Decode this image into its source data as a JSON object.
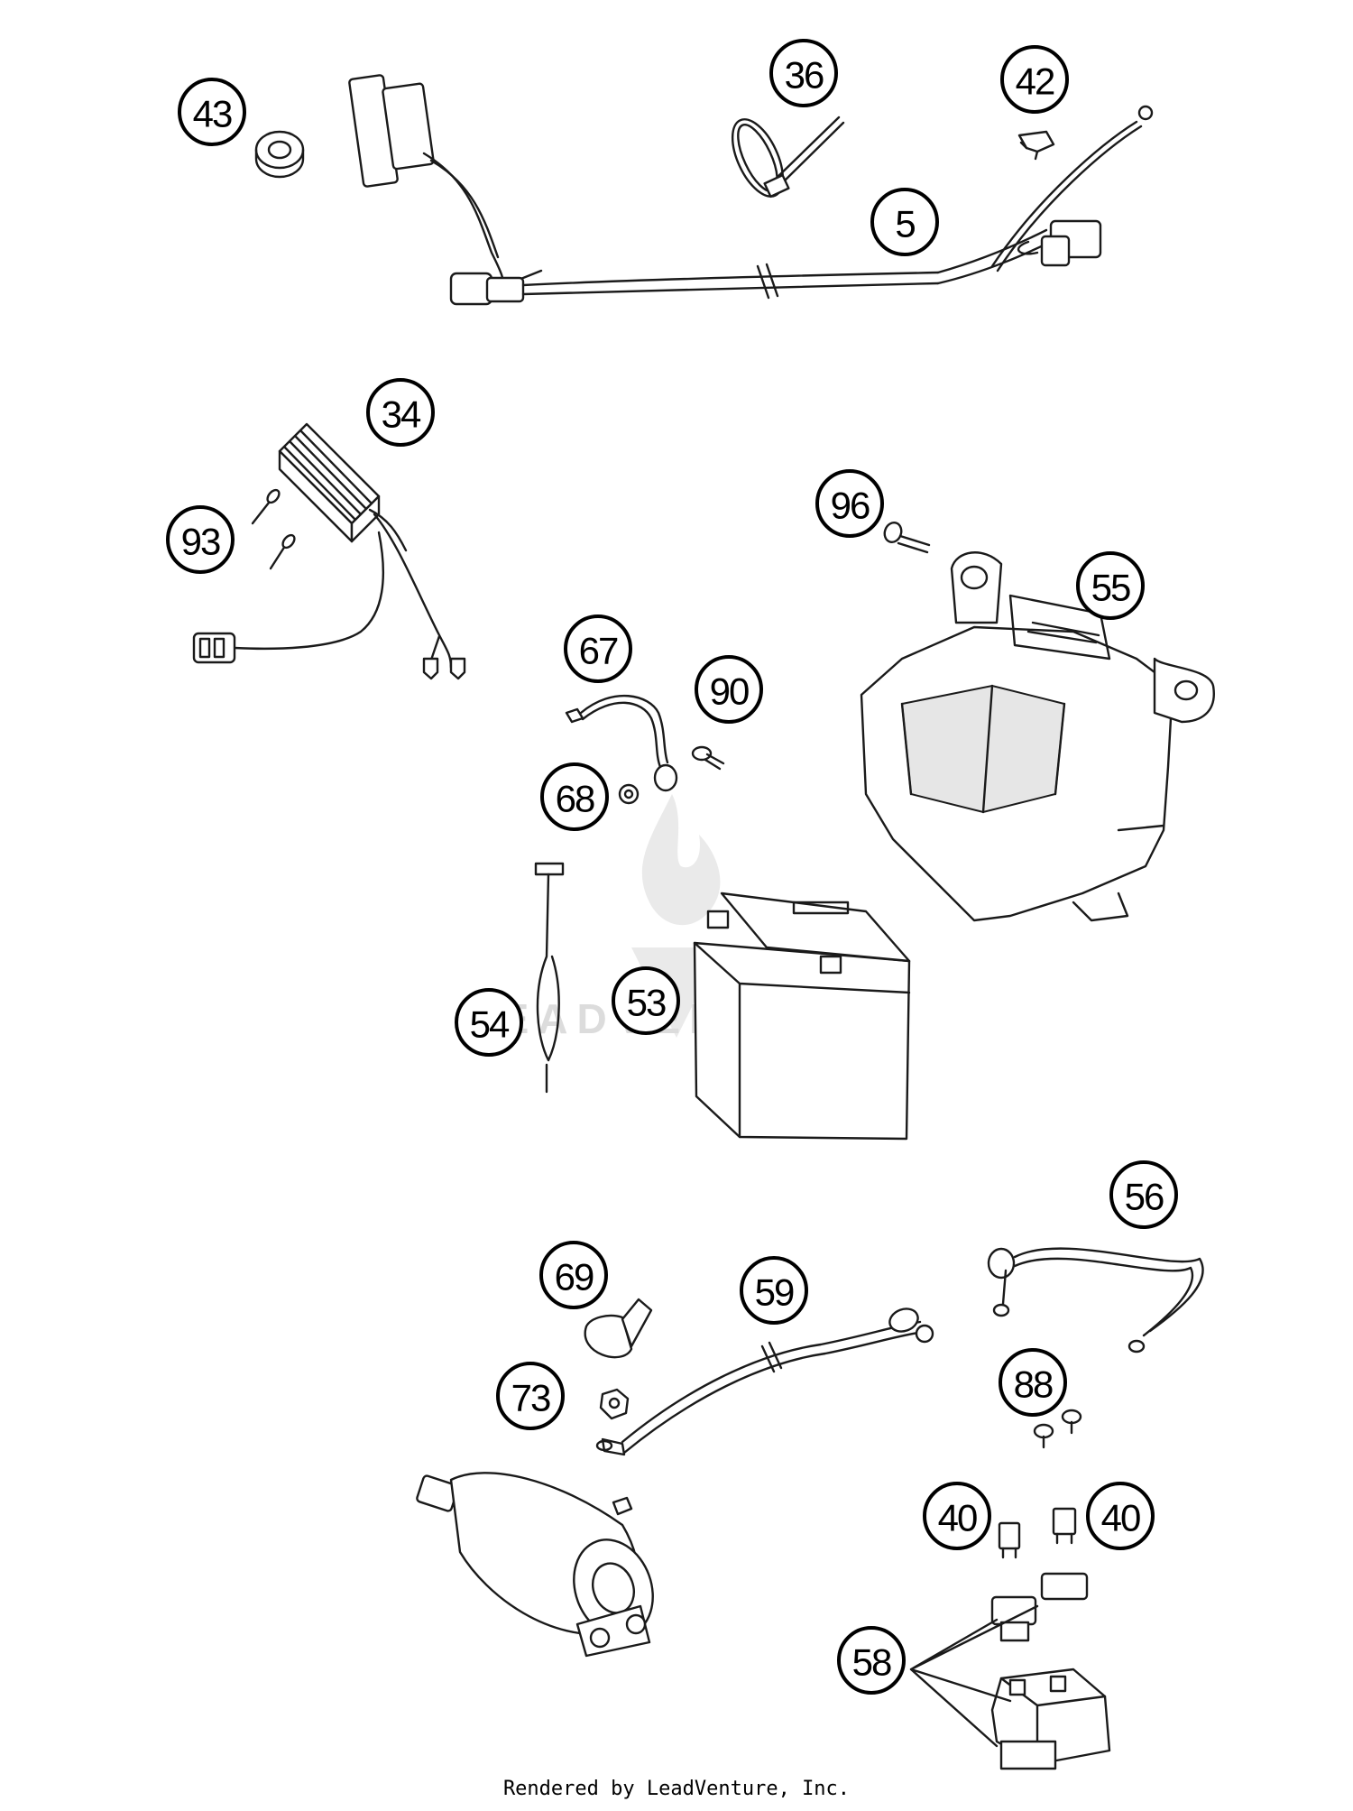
{
  "callouts": [
    {
      "id": "c43",
      "label": "43"
    },
    {
      "id": "c36",
      "label": "36"
    },
    {
      "id": "c42",
      "label": "42"
    },
    {
      "id": "c5",
      "label": "5"
    },
    {
      "id": "c34",
      "label": "34"
    },
    {
      "id": "c93",
      "label": "93"
    },
    {
      "id": "c96",
      "label": "96"
    },
    {
      "id": "c55",
      "label": "55"
    },
    {
      "id": "c67",
      "label": "67"
    },
    {
      "id": "c90",
      "label": "90"
    },
    {
      "id": "c68",
      "label": "68"
    },
    {
      "id": "c54",
      "label": "54"
    },
    {
      "id": "c53",
      "label": "53"
    },
    {
      "id": "c56",
      "label": "56"
    },
    {
      "id": "c69",
      "label": "69"
    },
    {
      "id": "c59",
      "label": "59"
    },
    {
      "id": "c73",
      "label": "73"
    },
    {
      "id": "c88",
      "label": "88"
    },
    {
      "id": "c40a",
      "label": "40"
    },
    {
      "id": "c40b",
      "label": "40"
    },
    {
      "id": "c58",
      "label": "58"
    }
  ],
  "watermark": "LEADVENTURE",
  "footer": "Rendered by LeadVenture, Inc."
}
